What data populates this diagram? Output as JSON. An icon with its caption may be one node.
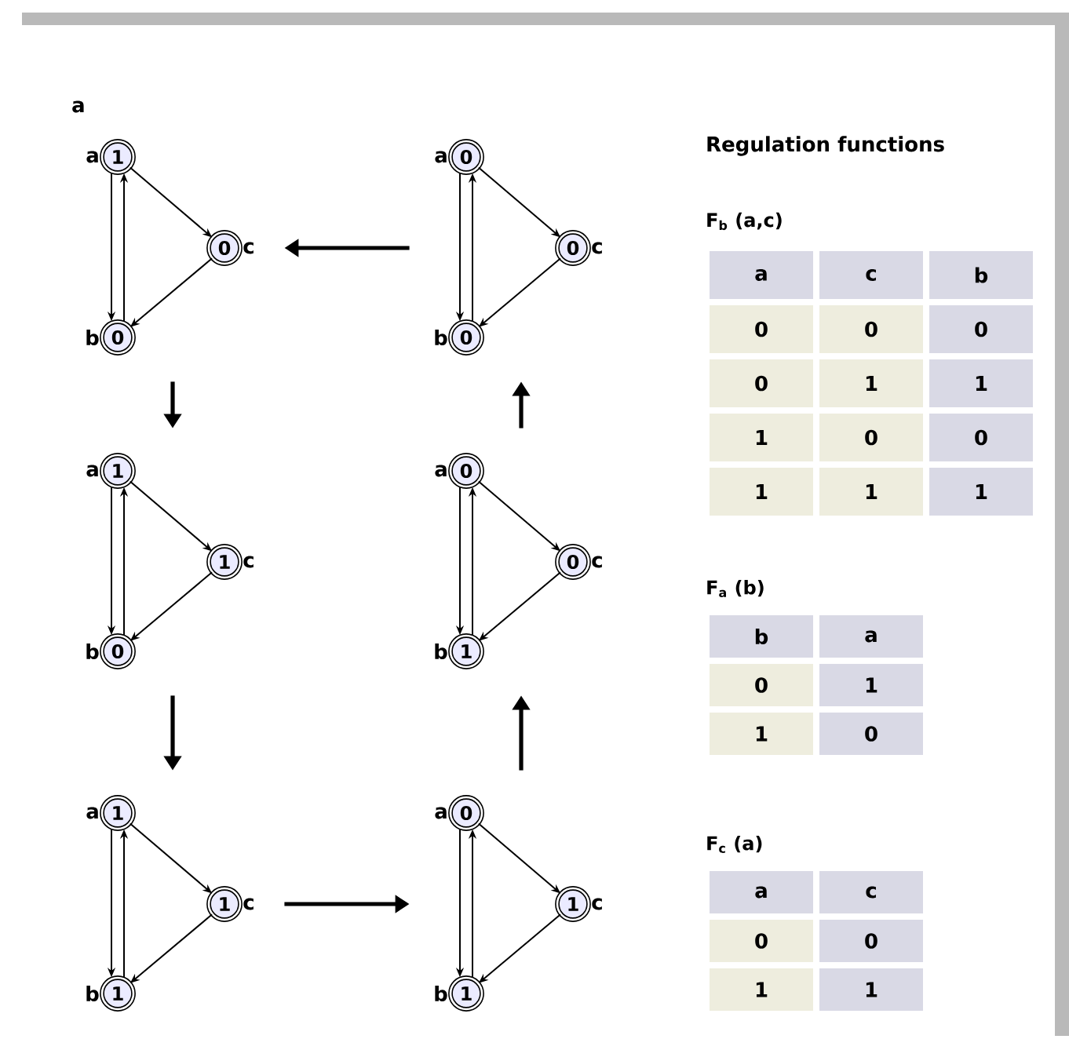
{
  "diagram": {
    "nodes": [
      {
        "text": [],
        "shape": "box"
      },
      {
        "text": [
          "1"
        ],
        "beside": [
          "a"
        ],
        "in": 0
      },
      {
        "text": [
          "0"
        ],
        "beside": [
          "c"
        ],
        "in": 0
      },
      {
        "text": [
          "0"
        ],
        "beside": [
          "b"
        ],
        "in": 0
      },
      {
        "text": [],
        "shape": "box"
      },
      {
        "text": [
          "0"
        ],
        "beside": [
          "a"
        ],
        "in": 4
      },
      {
        "text": [
          "0"
        ],
        "beside": [
          "c"
        ],
        "in": 4
      },
      {
        "text": [
          "0"
        ],
        "beside": [
          "b"
        ],
        "in": 4
      },
      {
        "text": [],
        "shape": "box"
      },
      {
        "text": [
          "1"
        ],
        "beside": [
          "a"
        ],
        "in": 8
      },
      {
        "text": [
          "1"
        ],
        "beside": [
          "c"
        ],
        "in": 8
      },
      {
        "text": [
          "0"
        ],
        "beside": [
          "b"
        ],
        "in": 8
      },
      {
        "text": [],
        "shape": "box"
      },
      {
        "text": [
          "0"
        ],
        "beside": [
          "a"
        ],
        "in": 12
      },
      {
        "text": [
          "0"
        ],
        "beside": [
          "c"
        ],
        "in": 12
      },
      {
        "text": [
          "1"
        ],
        "beside": [
          "b"
        ],
        "in": 12
      },
      {
        "text": [],
        "shape": "box"
      },
      {
        "text": [
          "1"
        ],
        "beside": [
          "a"
        ],
        "in": 16
      },
      {
        "text": [
          "1"
        ],
        "beside": [
          "c"
        ],
        "in": 16
      },
      {
        "text": [
          "1"
        ],
        "beside": [
          "b"
        ],
        "in": 16
      },
      {
        "text": [],
        "shape": "box"
      },
      {
        "text": [
          "0"
        ],
        "beside": [
          "a"
        ],
        "in": 20
      },
      {
        "text": [
          "1"
        ],
        "beside": [
          "c"
        ],
        "in": 20
      },
      {
        "text": [
          "1"
        ],
        "beside": [
          "b"
        ],
        "in": 20
      }
    ],
    "edges": [
      {
        "from": 1,
        "to": 3,
        "arrow": "to"
      },
      {
        "from": 3,
        "to": 1,
        "arrow": "to"
      },
      {
        "from": 1,
        "to": 2,
        "arrow": "to"
      },
      {
        "from": 2,
        "to": 3,
        "arrow": "to"
      },
      {
        "from": 5,
        "to": 7,
        "arrow": "to"
      },
      {
        "from": 7,
        "to": 5,
        "arrow": "to"
      },
      {
        "from": 5,
        "to": 6,
        "arrow": "to"
      },
      {
        "from": 6,
        "to": 7,
        "arrow": "to"
      },
      {
        "from": 9,
        "to": 11,
        "arrow": "to"
      },
      {
        "from": 11,
        "to": 9,
        "arrow": "to"
      },
      {
        "from": 9,
        "to": 10,
        "arrow": "to"
      },
      {
        "from": 10,
        "to": 11,
        "arrow": "to"
      },
      {
        "from": 13,
        "to": 15,
        "arrow": "to"
      },
      {
        "from": 15,
        "to": 13,
        "arrow": "to"
      },
      {
        "from": 13,
        "to": 14,
        "arrow": "to"
      },
      {
        "from": 14,
        "to": 15,
        "arrow": "to"
      },
      {
        "from": 17,
        "to": 19,
        "arrow": "to"
      },
      {
        "from": 19,
        "to": 17,
        "arrow": "to"
      },
      {
        "from": 17,
        "to": 18,
        "arrow": "to"
      },
      {
        "from": 18,
        "to": 19,
        "arrow": "to"
      },
      {
        "from": 21,
        "to": 23,
        "arrow": "to"
      },
      {
        "from": 23,
        "to": 21,
        "arrow": "to"
      },
      {
        "from": 21,
        "to": 22,
        "arrow": "to"
      },
      {
        "from": 22,
        "to": 23,
        "arrow": "to"
      },
      {
        "from": 0,
        "to": 8,
        "arrow": "to",
        "style": "thick"
      },
      {
        "from": 8,
        "to": 16,
        "arrow": "to",
        "style": "thick"
      },
      {
        "from": 16,
        "to": 20,
        "arrow": "to",
        "style": "thick"
      },
      {
        "from": 20,
        "to": 12,
        "arrow": "to",
        "style": "thick"
      },
      {
        "from": 12,
        "to": 4,
        "arrow": "to",
        "style": "thick"
      },
      {
        "from": 4,
        "to": 0,
        "arrow": "to",
        "style": "thick"
      }
    ],
    "labels": [
      "a",
      "Regulation functions",
      "F$_{b}$ (a,c)",
      "a",
      "c",
      "b",
      "0",
      "0",
      "0",
      "0",
      "1",
      "1",
      "1",
      "0",
      "0",
      "1",
      "1",
      "1",
      "F$_{a}$ (b)",
      "b",
      "a",
      "0",
      "1",
      "1",
      "0",
      "F$_{c}$ (a)",
      "a",
      "c",
      "0",
      "0",
      "1",
      "1"
    ]
  }
}
